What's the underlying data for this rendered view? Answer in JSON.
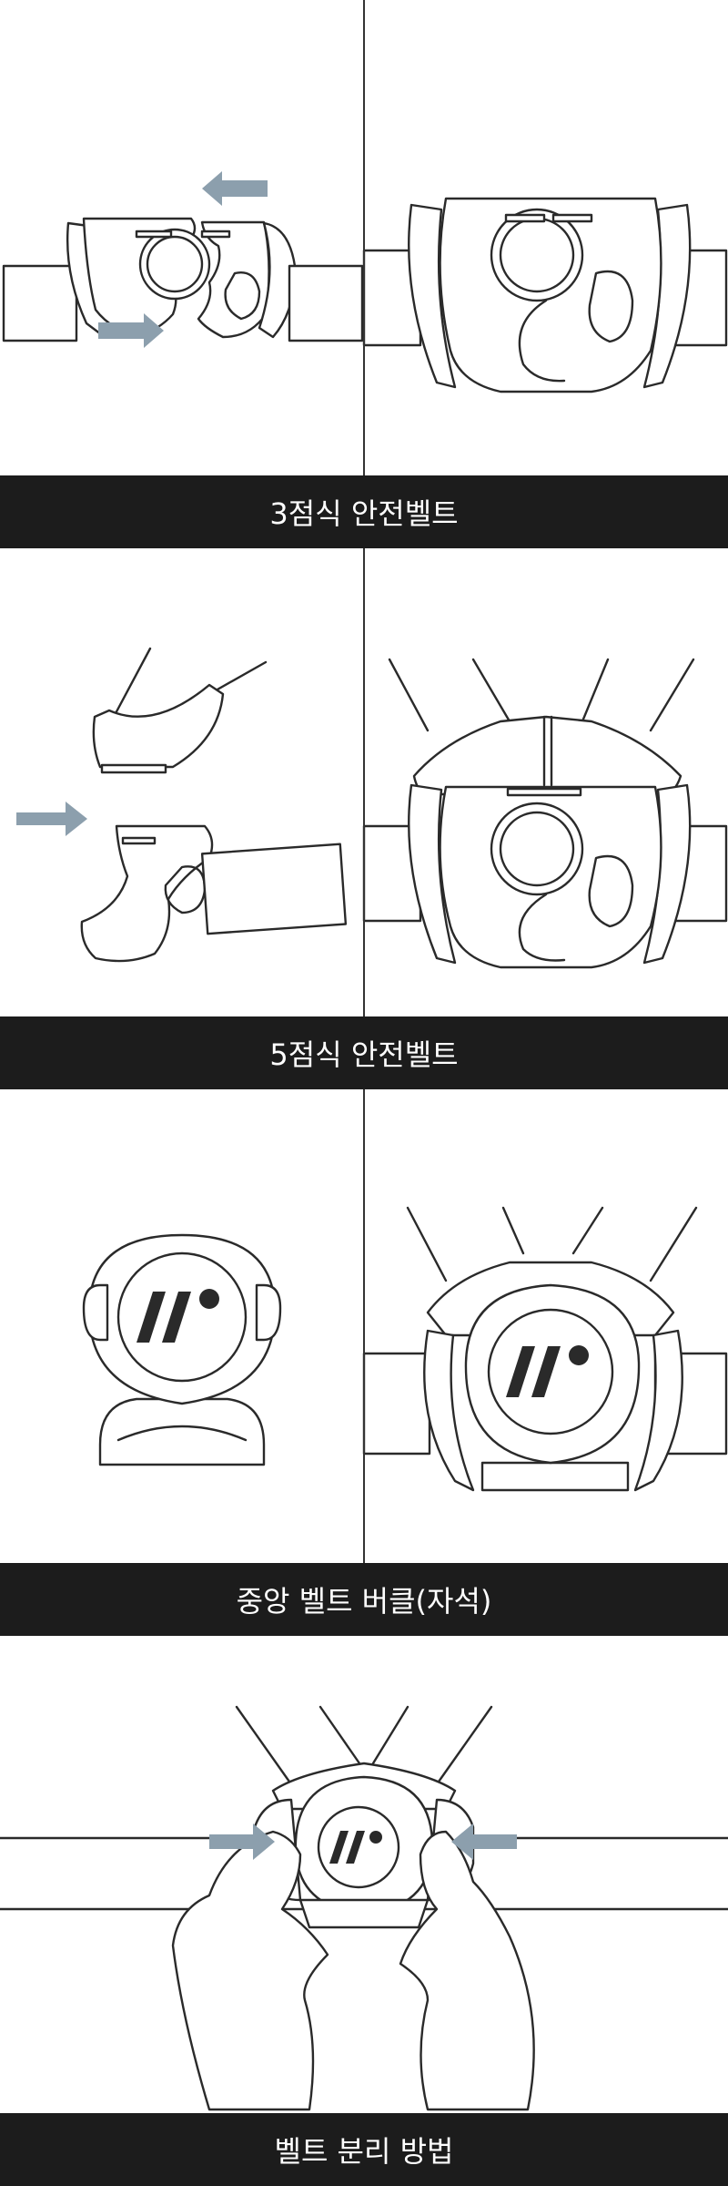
{
  "sections": [
    {
      "label": "3점식 안전벨트"
    },
    {
      "label": "5점식 안전벨트"
    },
    {
      "label": "중앙 벨트 버클(자석)"
    },
    {
      "label": "벨트 분리 방법"
    }
  ],
  "colors": {
    "banner_bg": "#1c1c1c",
    "banner_text": "#ffffff",
    "arrow": "#8c9fad",
    "line": "#2a2a2a"
  }
}
